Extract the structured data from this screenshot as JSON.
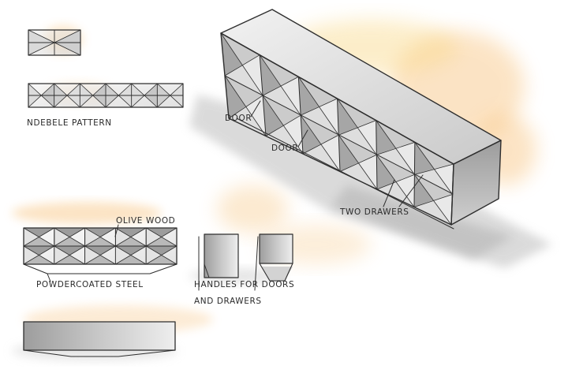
{
  "labels": {
    "ndebele_pattern": "NDEBELE PATTERN",
    "door_1": "DOOR",
    "door_2": "DOOR",
    "two_drawers": "TWO DRAWERS",
    "olive_wood": "OLIVE WOOD",
    "powdercoated_steel": "POWDERCOATED STEEL",
    "handles_line_1": "HANDLES FOR DOORS",
    "handles_line_2": "AND DRAWERS"
  },
  "colors": {
    "ink": "#2e2e2e",
    "wash_orange": "#f6b25a",
    "wash_yellow": "#f9d98a",
    "shadow_grey": "#bdbdbd",
    "panel_grey": "#8e8e8e"
  }
}
